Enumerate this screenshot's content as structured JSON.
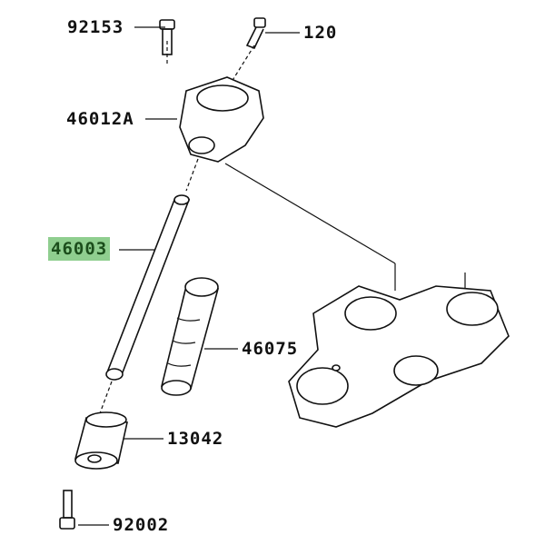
{
  "title": "Handlebar parts diagram",
  "highlight_color": "#8fce8f",
  "parts": [
    {
      "number": "92153"
    },
    {
      "number": "120"
    },
    {
      "number": "46012A"
    },
    {
      "number": "46003",
      "highlighted": true
    },
    {
      "number": "46075"
    },
    {
      "number": "13042"
    },
    {
      "number": "92002"
    }
  ]
}
